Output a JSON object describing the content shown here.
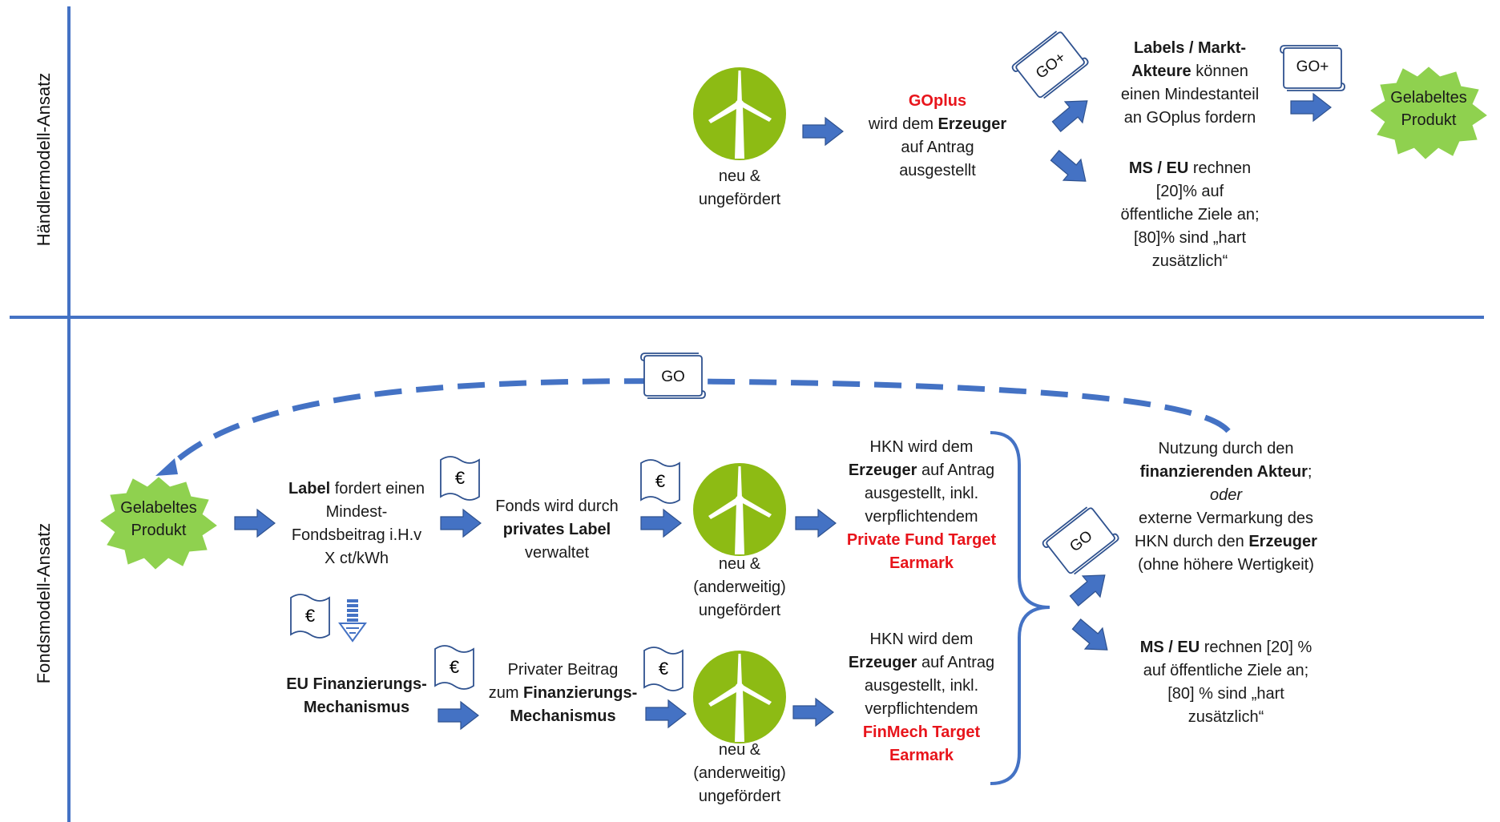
{
  "section_labels": {
    "top": "Händlermodell-Ansatz",
    "bottom": "Fondsmodell-Ansatz"
  },
  "top": {
    "turbine_caption": [
      "neu &",
      "ungefördert"
    ],
    "goplus_red": "GOplus",
    "goplus_l2a": "wird dem ",
    "goplus_l2b": "Erzeuger",
    "goplus_l3": "auf Antrag",
    "goplus_l4": "ausgestellt",
    "scroll_goplus_tilted": "GO+",
    "scroll_goplus_flat": "GO+",
    "labels_l1": "Labels / Markt-",
    "labels_l2a": "Akteure",
    "labels_l2b": " können",
    "labels_l3": "einen Mindestanteil",
    "labels_l4": "an GOplus fordern",
    "ms_l1a": "MS / EU",
    "ms_l1b": " rechnen",
    "ms_l2": "[20]% auf",
    "ms_l3": "öffentliche Ziele an;",
    "ms_l4": "[80]% sind „hart",
    "ms_l5": "zusätzlich“",
    "product_l1": "Gelabeltes",
    "product_l2": "Produkt"
  },
  "bottom": {
    "scroll_go_top": "GO",
    "product_l1": "Gelabeltes",
    "product_l2": "Produkt",
    "label_l1a": "Label",
    "label_l1b": " fordert einen",
    "label_l2": "Mindest-",
    "label_l3": "Fondsbeitrag i.H.v",
    "label_l4": "X ct/kWh",
    "euro": "€",
    "fonds_l1": "Fonds wird durch",
    "fonds_l2": "privates Label",
    "fonds_l3": "verwaltet",
    "turbine1_caption": [
      "neu &",
      "(anderweitig)",
      "ungefördert"
    ],
    "hkn1_l1": "HKN wird dem",
    "hkn1_l2a": "Erzeuger",
    "hkn1_l2b": " auf Antrag",
    "hkn1_l3": "ausgestellt, inkl.",
    "hkn1_l4": "verpflichtendem",
    "hkn1_red1": "Private Fund Target",
    "hkn1_red2": "Earmark",
    "eu_l1": "EU Finanzierungs-",
    "eu_l2": "Mechanismus",
    "priv_l1": "Privater Beitrag",
    "priv_l2a": "zum ",
    "priv_l2b": "Finanzierungs-",
    "priv_l3": "Mechanismus",
    "turbine2_caption": [
      "neu &",
      "(anderweitig)",
      "ungefördert"
    ],
    "hkn2_l1": "HKN wird dem",
    "hkn2_l2a": "Erzeuger",
    "hkn2_l2b": " auf Antrag",
    "hkn2_l3": "ausgestellt, inkl.",
    "hkn2_l4": "verpflichtendem",
    "hkn2_red1": "FinMech Target",
    "hkn2_red2": "Earmark",
    "scroll_go_right": "GO",
    "use_l1": "Nutzung durch den",
    "use_l2": "finanzierenden Akteur",
    "use_l2b": ";",
    "use_l3": "oder",
    "use_l4": "externe Vermarkung des",
    "use_l5a": "HKN durch den ",
    "use_l5b": "Erzeuger",
    "use_l6": "(ohne höhere Wertigkeit)",
    "ms_l1a": "MS / EU",
    "ms_l1b": " rechnen [20] %",
    "ms_l2": "auf öffentliche Ziele an;",
    "ms_l3": "[80] % sind „hart",
    "ms_l4": "zusätzlich“"
  },
  "colors": {
    "axis_line": "#4472c4",
    "arrow_blue": "#4472c4",
    "turbine_green": "#8dbb14",
    "star_green": "#8fd14f",
    "accent_red": "#e8141b"
  }
}
